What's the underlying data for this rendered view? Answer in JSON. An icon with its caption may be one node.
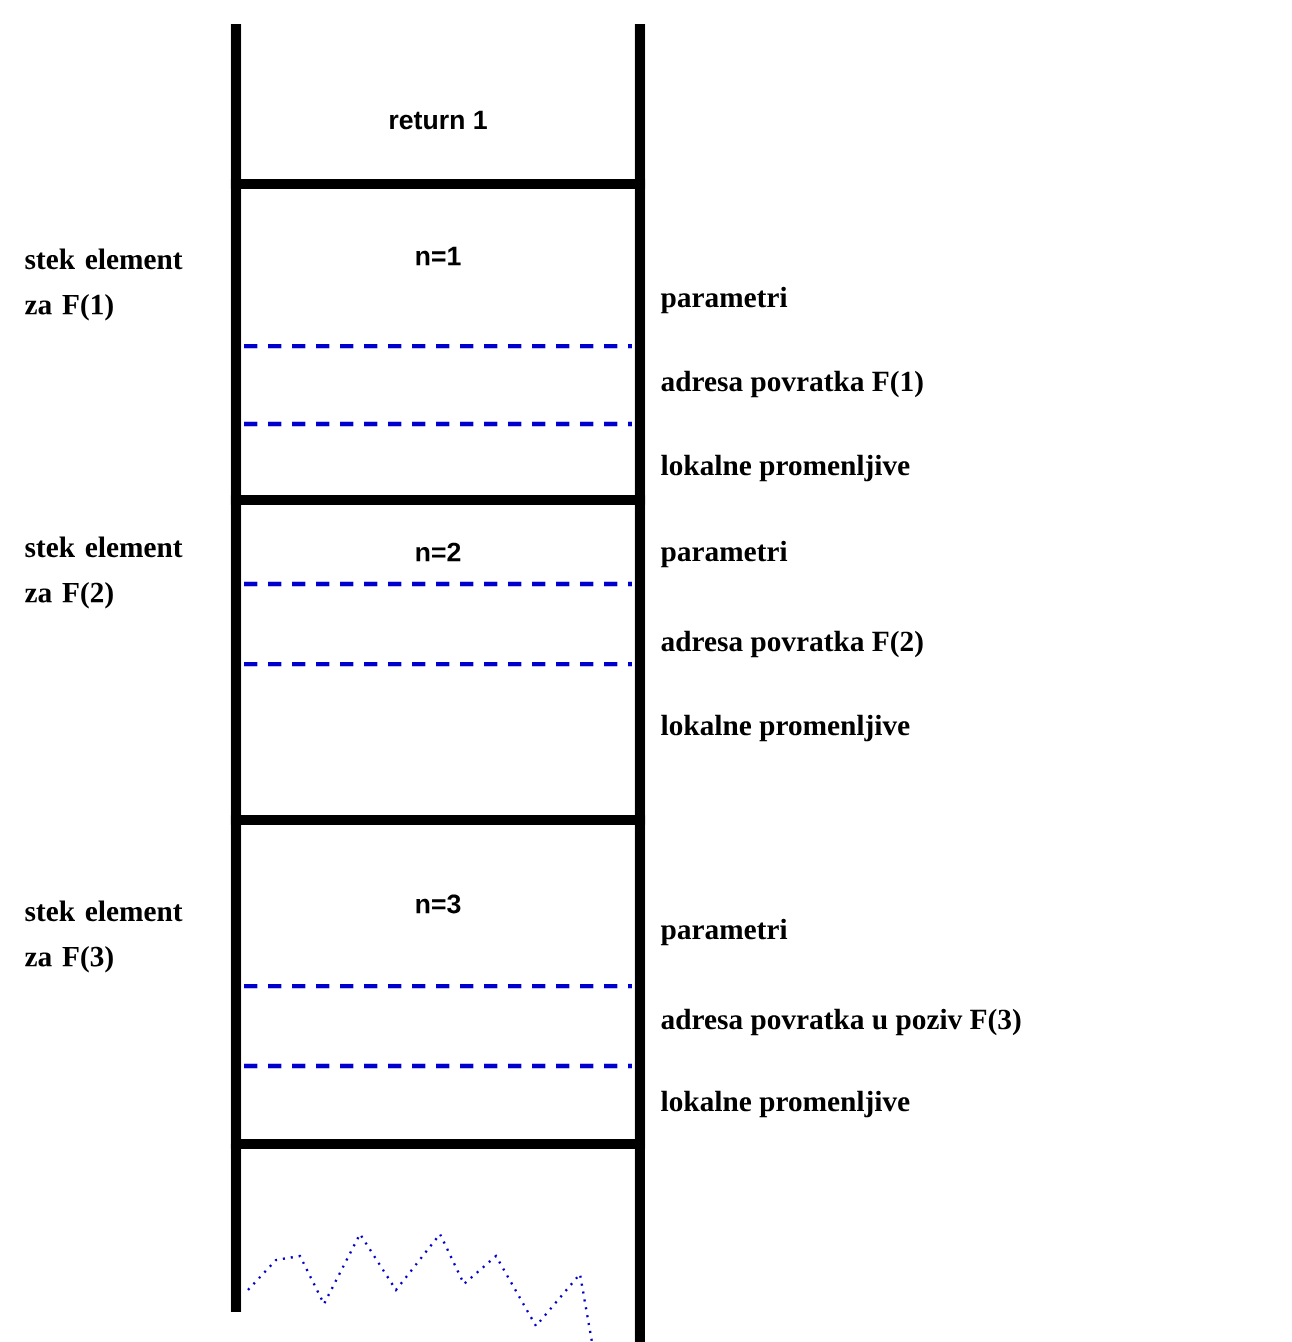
{
  "diagram": {
    "nodes": [
      {
        "text": [
          "return 1"
        ]
      },
      {
        "text": [
          "n=1"
        ],
        "beside": [
          "stek element za F(1)",
          "parametri",
          "adresa povratka  F(1)",
          "lokalne promenljive"
        ]
      },
      {
        "text": [
          "n=2"
        ],
        "beside": [
          "stek element za F(2)",
          "parametri",
          "adresa povratka  F(2)",
          "lokalne promenljive"
        ]
      },
      {
        "text": [
          "n=3"
        ],
        "beside": [
          "stek element za F(3)",
          "parametri",
          "adresa povratka u poziv F(3)",
          "lokalne promenljive"
        ]
      }
    ]
  }
}
